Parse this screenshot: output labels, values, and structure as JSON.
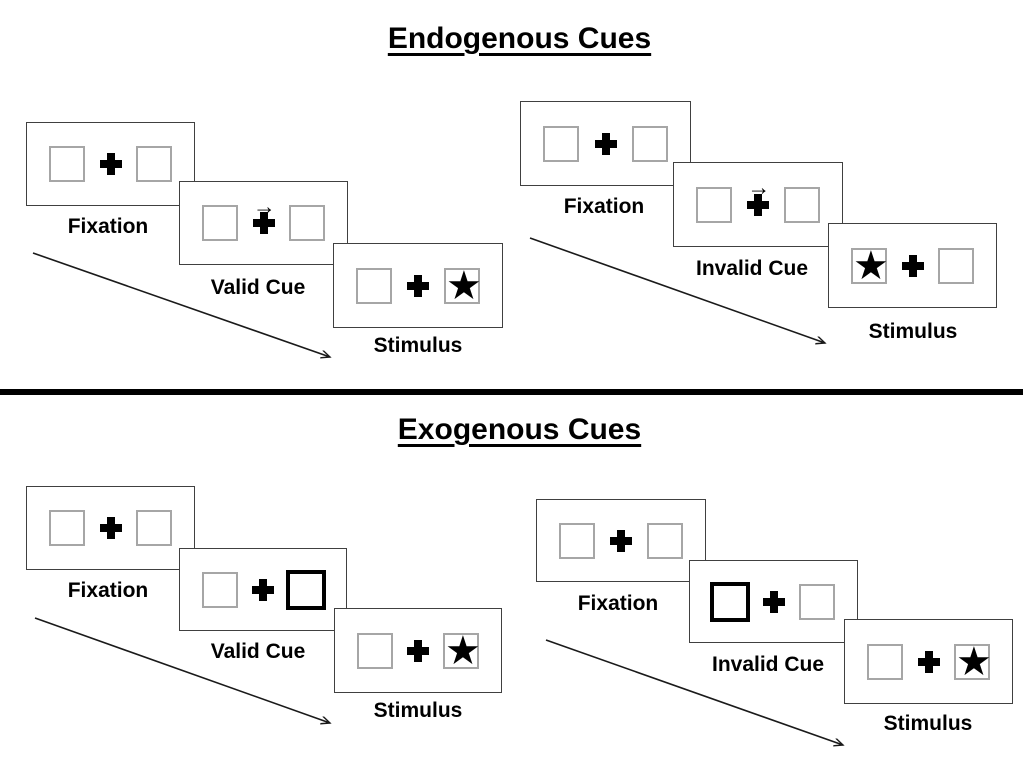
{
  "sections": {
    "endogenous": {
      "title": "Endogenous Cues",
      "valid_trial": {
        "fixation_label": "Fixation",
        "cue_label": "Valid Cue",
        "stimulus_label": "Stimulus"
      },
      "invalid_trial": {
        "fixation_label": "Fixation",
        "cue_label": "Invalid Cue",
        "stimulus_label": "Stimulus"
      }
    },
    "exogenous": {
      "title": "Exogenous Cues",
      "valid_trial": {
        "fixation_label": "Fixation",
        "cue_label": "Valid Cue",
        "stimulus_label": "Stimulus"
      },
      "invalid_trial": {
        "fixation_label": "Fixation",
        "cue_label": "Invalid Cue",
        "stimulus_label": "Stimulus"
      }
    }
  },
  "icons": {
    "star": "★",
    "cue_arrow": "→"
  },
  "colors": {
    "text": "#000000",
    "divider": "#000000",
    "panel_border": "#404040",
    "box_border": "#a6a6a6",
    "cue_box_border": "#000000"
  }
}
